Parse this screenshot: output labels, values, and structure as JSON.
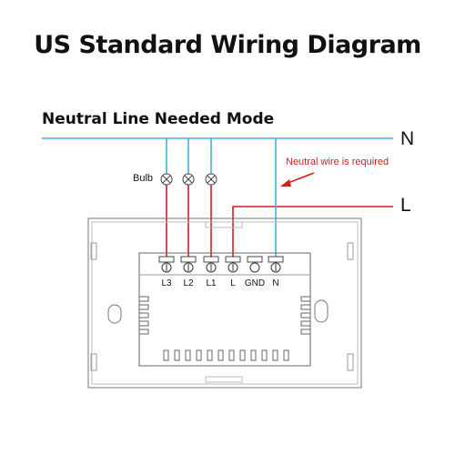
{
  "title": "US Standard Wiring Diagram",
  "subtitle": "Neutral Line Needed Mode",
  "lines": {
    "neutral": "N",
    "live": "L"
  },
  "note": "Neutral wire is required",
  "bulb_label": "Bulb",
  "terminals": [
    "L3",
    "L2",
    "L1",
    "L",
    "GND",
    "N"
  ],
  "colors": {
    "neutral_wire": "#4ab0d8",
    "live_wire": "#d0201c",
    "outline": "#555555"
  }
}
